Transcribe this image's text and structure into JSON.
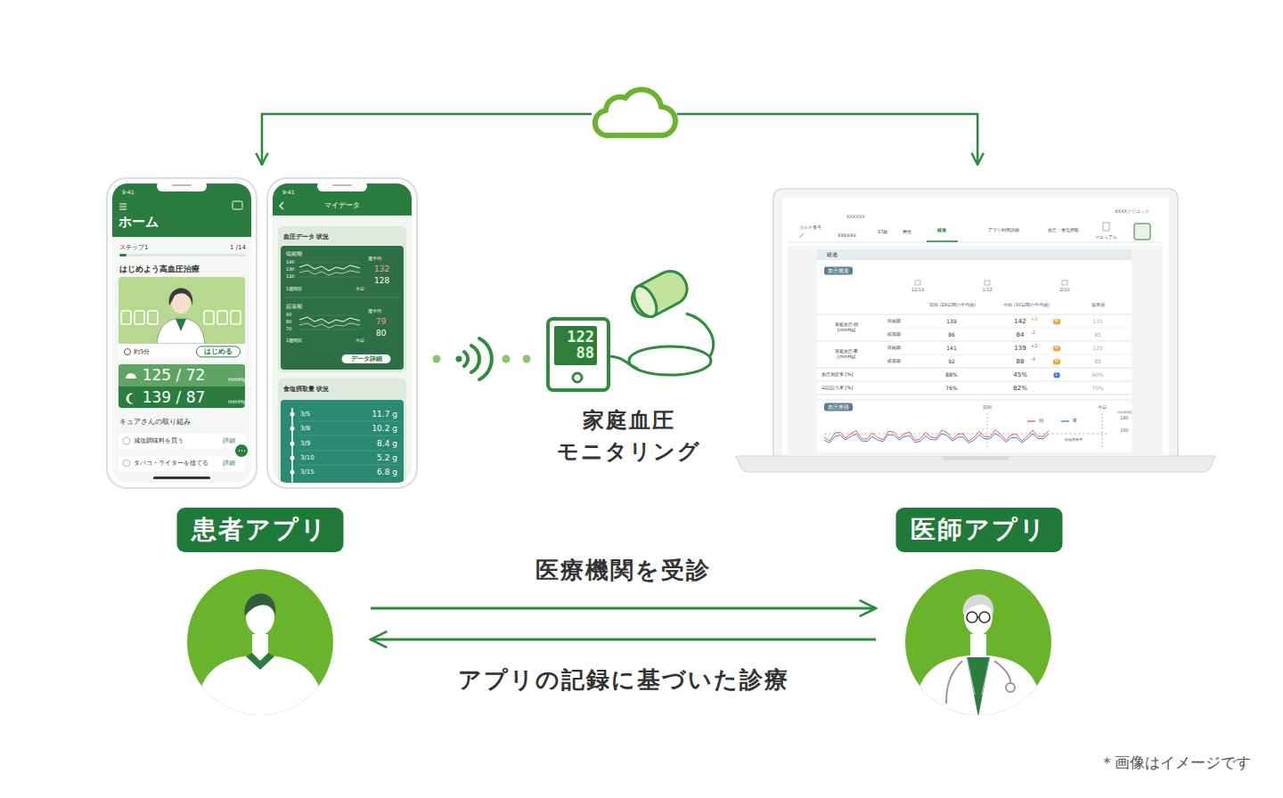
{
  "diagram": {
    "nodes": [
      {
        "text": [
          "9:41",
          "ホーム",
          "ステップ1",
          "1 /14",
          "はじめよう高血圧治療",
          "約5分",
          "はじめる",
          "125 / 72",
          "mmHg",
          "139 / 87",
          "mmHg",
          "キュアさんの取り組み",
          "減塩調味料を買う",
          "詳細",
          "タバコ・ライターを捨てる",
          "詳細"
        ]
      },
      {
        "text": [
          "9:41",
          "マイデータ",
          "血圧データ 状況",
          "収縮期",
          "140",
          "130",
          "120",
          "週平均",
          "132",
          "128",
          "1週間前",
          "今日",
          "拡張期",
          "90",
          "80",
          "70",
          "週平均",
          "79",
          "80",
          "1週間前",
          "今日",
          "データ詳細",
          "食塩摂取量 状況",
          "3/5",
          "11.7 g",
          "3/8",
          "10.2 g",
          "3/9",
          "8.4 g",
          "3/10",
          "5.2 g",
          "3/15",
          "6.8 g"
        ]
      },
      {
        "text": [
          "122 88",
          "家庭血圧 モニタリング"
        ]
      },
      {
        "text": [
          "XXXXクリニック",
          "XXXXXX",
          "カルテ番号",
          "XXXXXX",
          "37歳",
          "男性",
          "経過",
          "アプリ利用詳細",
          "血圧・食塩摂取",
          "マニュアル",
          "経過",
          "血圧概要",
          "12/14",
          "1/12",
          "2/10",
          "前回 (28日間の平均値)",
          "今回 (30日間の平均値)",
          "基準値",
          "家庭血圧-朝 [mmHg]",
          "収縮期",
          "139",
          "142",
          "+3",
          "H",
          "135",
          "拡張期",
          "86",
          "84",
          "-2",
          "85",
          "家庭血圧-夜 [mmHg]",
          "収縮期",
          "141",
          "139",
          "+2",
          "H",
          "135",
          "拡張期",
          "92",
          "88",
          "-4",
          "H",
          "85",
          "血圧測定率 [%]",
          "88%",
          "45%",
          "L",
          "90%",
          "日記記入率 [%]",
          "76%",
          "82%",
          "70%",
          "血圧推移",
          "前回",
          "今日",
          "朝",
          "夜",
          "(mmHg)",
          "180",
          "160",
          "収縮期基準"
        ]
      },
      {
        "text": [
          "患者アプリ"
        ]
      },
      {
        "text": [
          "医師アプリ"
        ]
      }
    ],
    "edges": [
      {
        "from": 0,
        "to": 3,
        "arrow": "both"
      },
      {
        "from": 4,
        "to": 5,
        "label": "医療機関を受診",
        "arrow": "to"
      },
      {
        "from": 5,
        "to": 4,
        "label": "アプリの記録に基づいた診療",
        "arrow": "to"
      }
    ],
    "labels": [
      "＊画像はイメージです"
    ]
  }
}
